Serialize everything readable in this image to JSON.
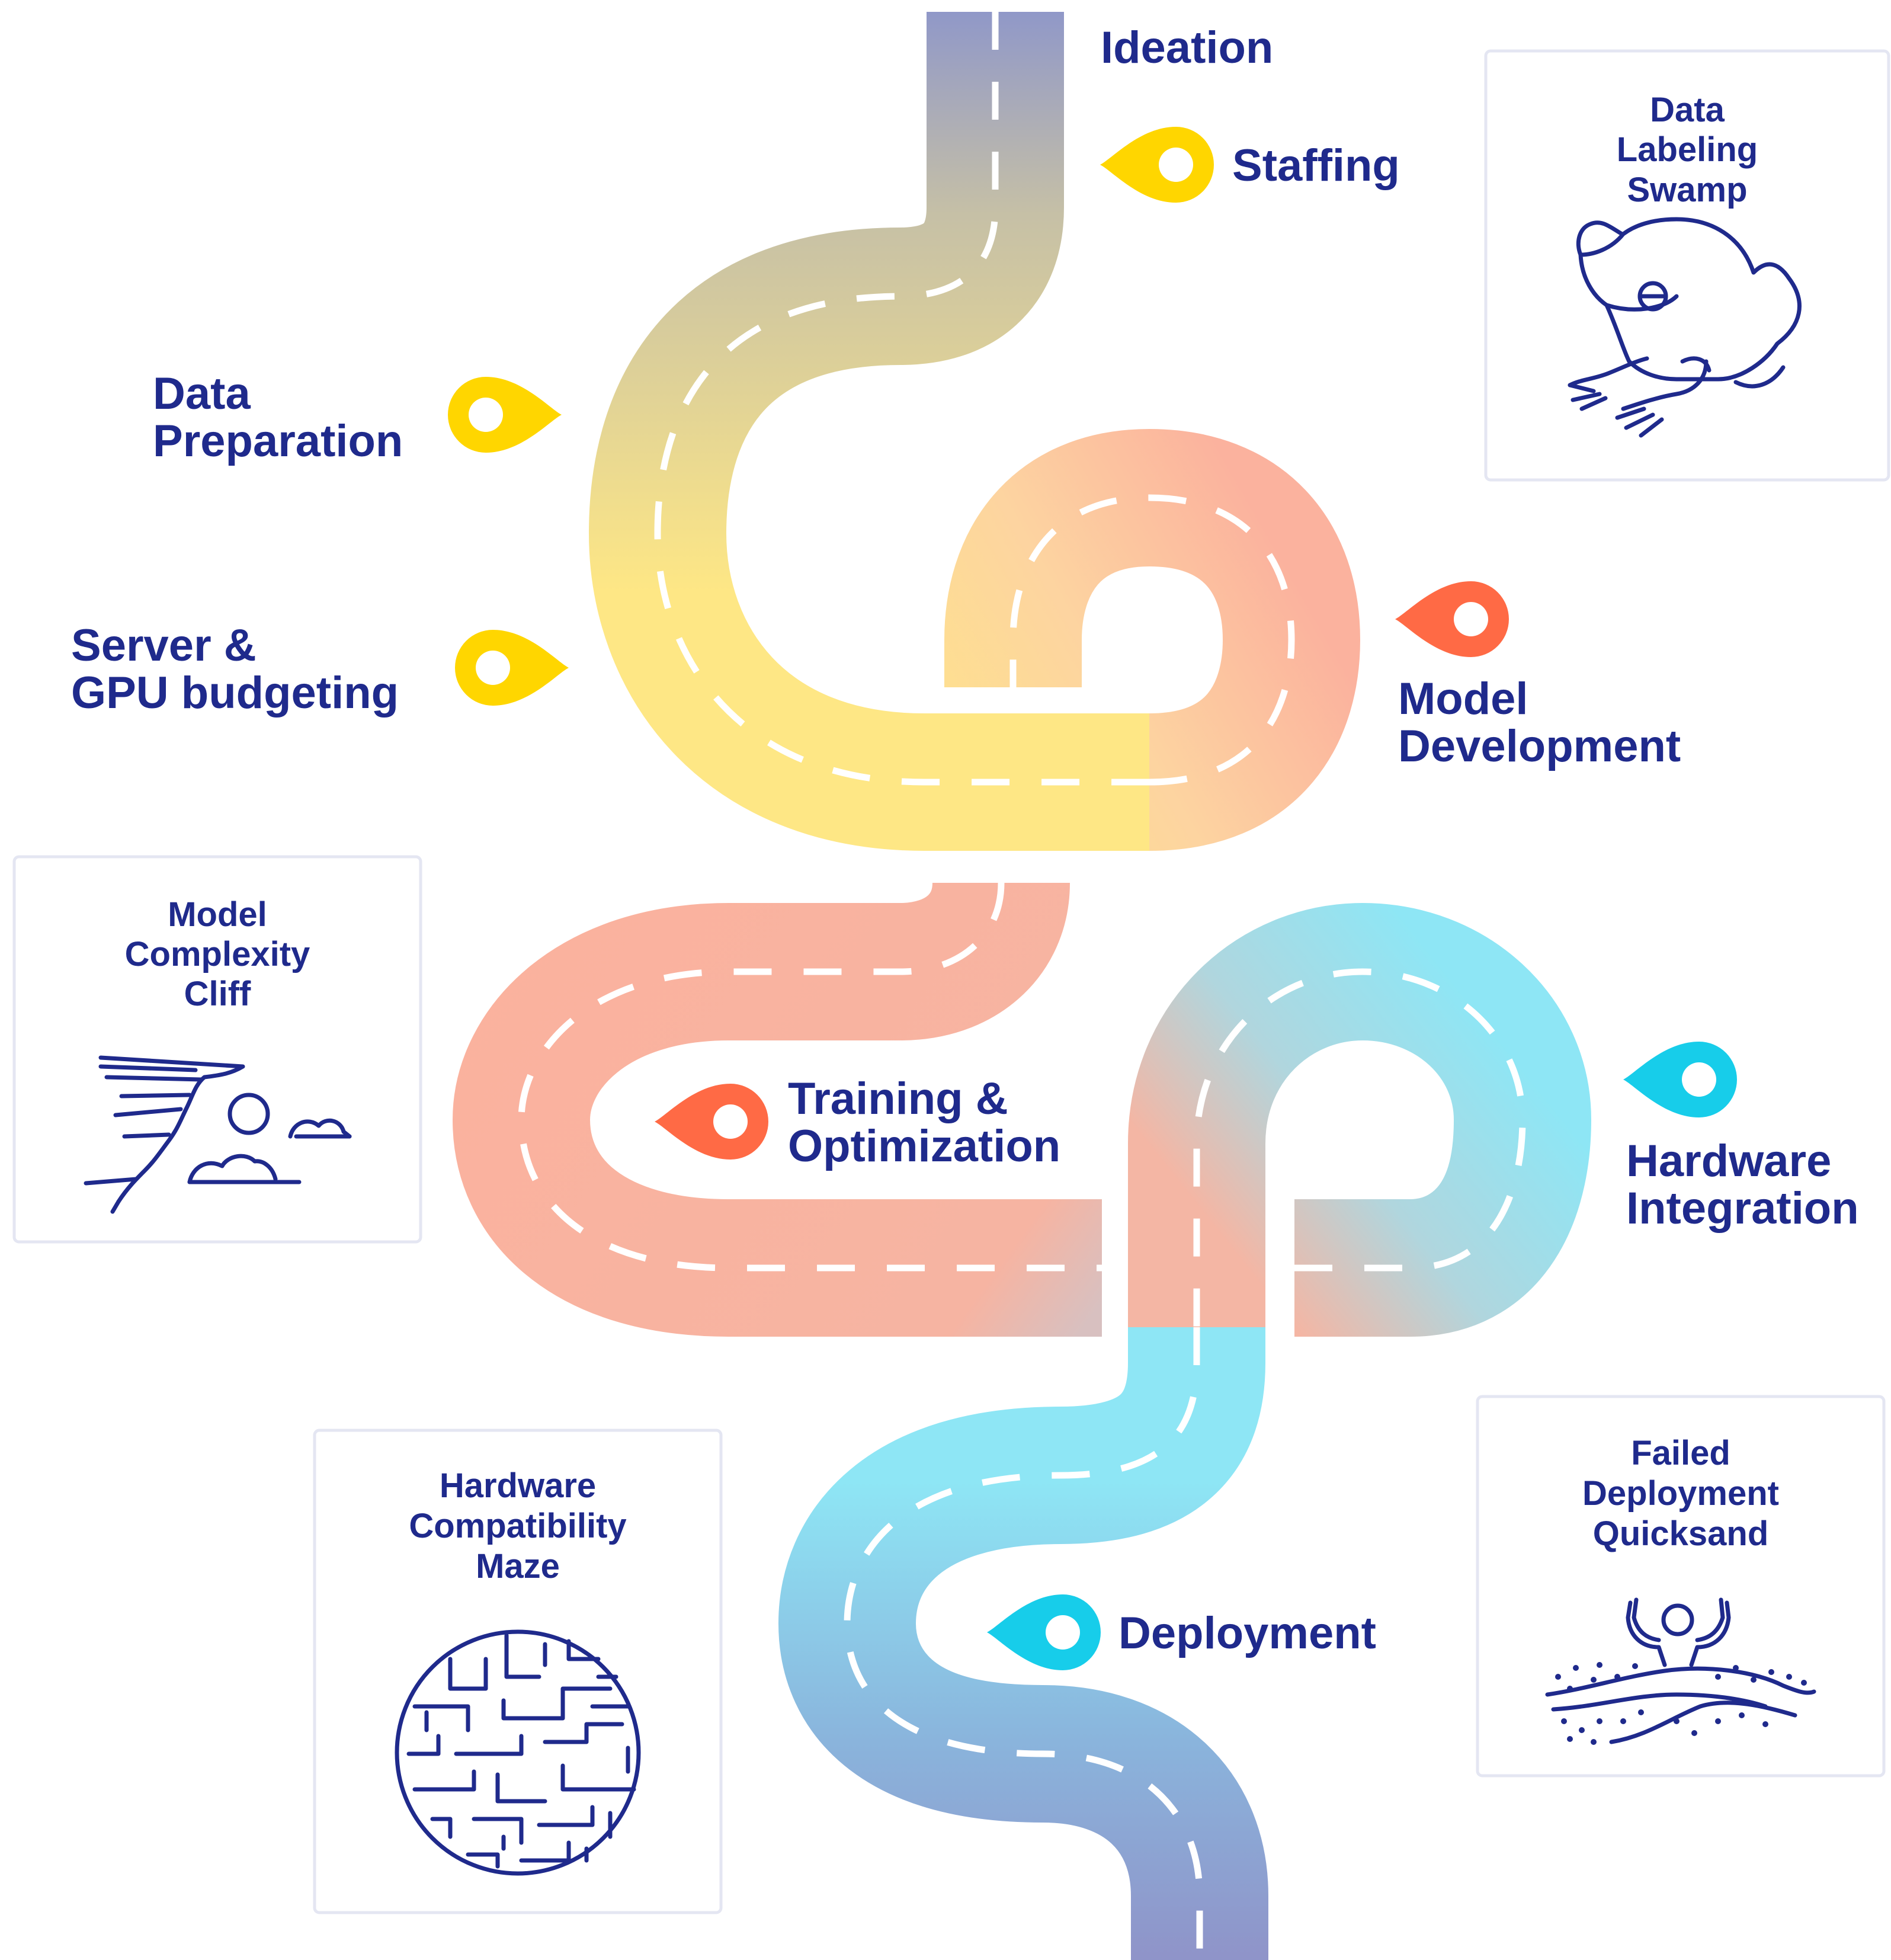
{
  "colors": {
    "text": "#1f2a8c",
    "pin_yellow": "#ffd600",
    "pin_red": "#ff6a45",
    "pin_cyan": "#17cdea",
    "road_top": "#9098c8",
    "road_yellow": "#fee785",
    "road_salmon": "#fbb29e",
    "road_cyan": "#8ee6f5",
    "road_bottom": "#8f94c9",
    "box_border": "#e4e6f2"
  },
  "stages": [
    {
      "id": "ideation",
      "lines": [
        "Ideation"
      ],
      "pin": "none"
    },
    {
      "id": "staffing",
      "lines": [
        "Staffing"
      ],
      "pin": "yellow"
    },
    {
      "id": "data-preparation",
      "lines": [
        "Data",
        "Preparation"
      ],
      "pin": "yellow"
    },
    {
      "id": "server-gpu-budgeting",
      "lines": [
        "Server &",
        "GPU budgeting"
      ],
      "pin": "yellow"
    },
    {
      "id": "model-development",
      "lines": [
        "Model",
        "Development"
      ],
      "pin": "red"
    },
    {
      "id": "training-optimization",
      "lines": [
        "Training &",
        "Optimization"
      ],
      "pin": "red"
    },
    {
      "id": "hardware-integration",
      "lines": [
        "Hardware",
        "Integration"
      ],
      "pin": "cyan"
    },
    {
      "id": "deployment",
      "lines": [
        "Deployment"
      ],
      "pin": "cyan"
    }
  ],
  "obstacles": [
    {
      "id": "data-labeling-swamp",
      "lines": [
        "Data",
        "Labeling",
        "Swamp"
      ],
      "icon": "frog-icon"
    },
    {
      "id": "model-complexity-cliff",
      "lines": [
        "Model",
        "Complexity",
        "Cliff"
      ],
      "icon": "cliff-icon"
    },
    {
      "id": "hardware-compatibility-maze",
      "lines": [
        "Hardware",
        "Compatibility",
        "Maze"
      ],
      "icon": "maze-icon"
    },
    {
      "id": "failed-deployment-quicksand",
      "lines": [
        "Failed",
        "Deployment",
        "Quicksand"
      ],
      "icon": "quicksand-icon"
    }
  ]
}
